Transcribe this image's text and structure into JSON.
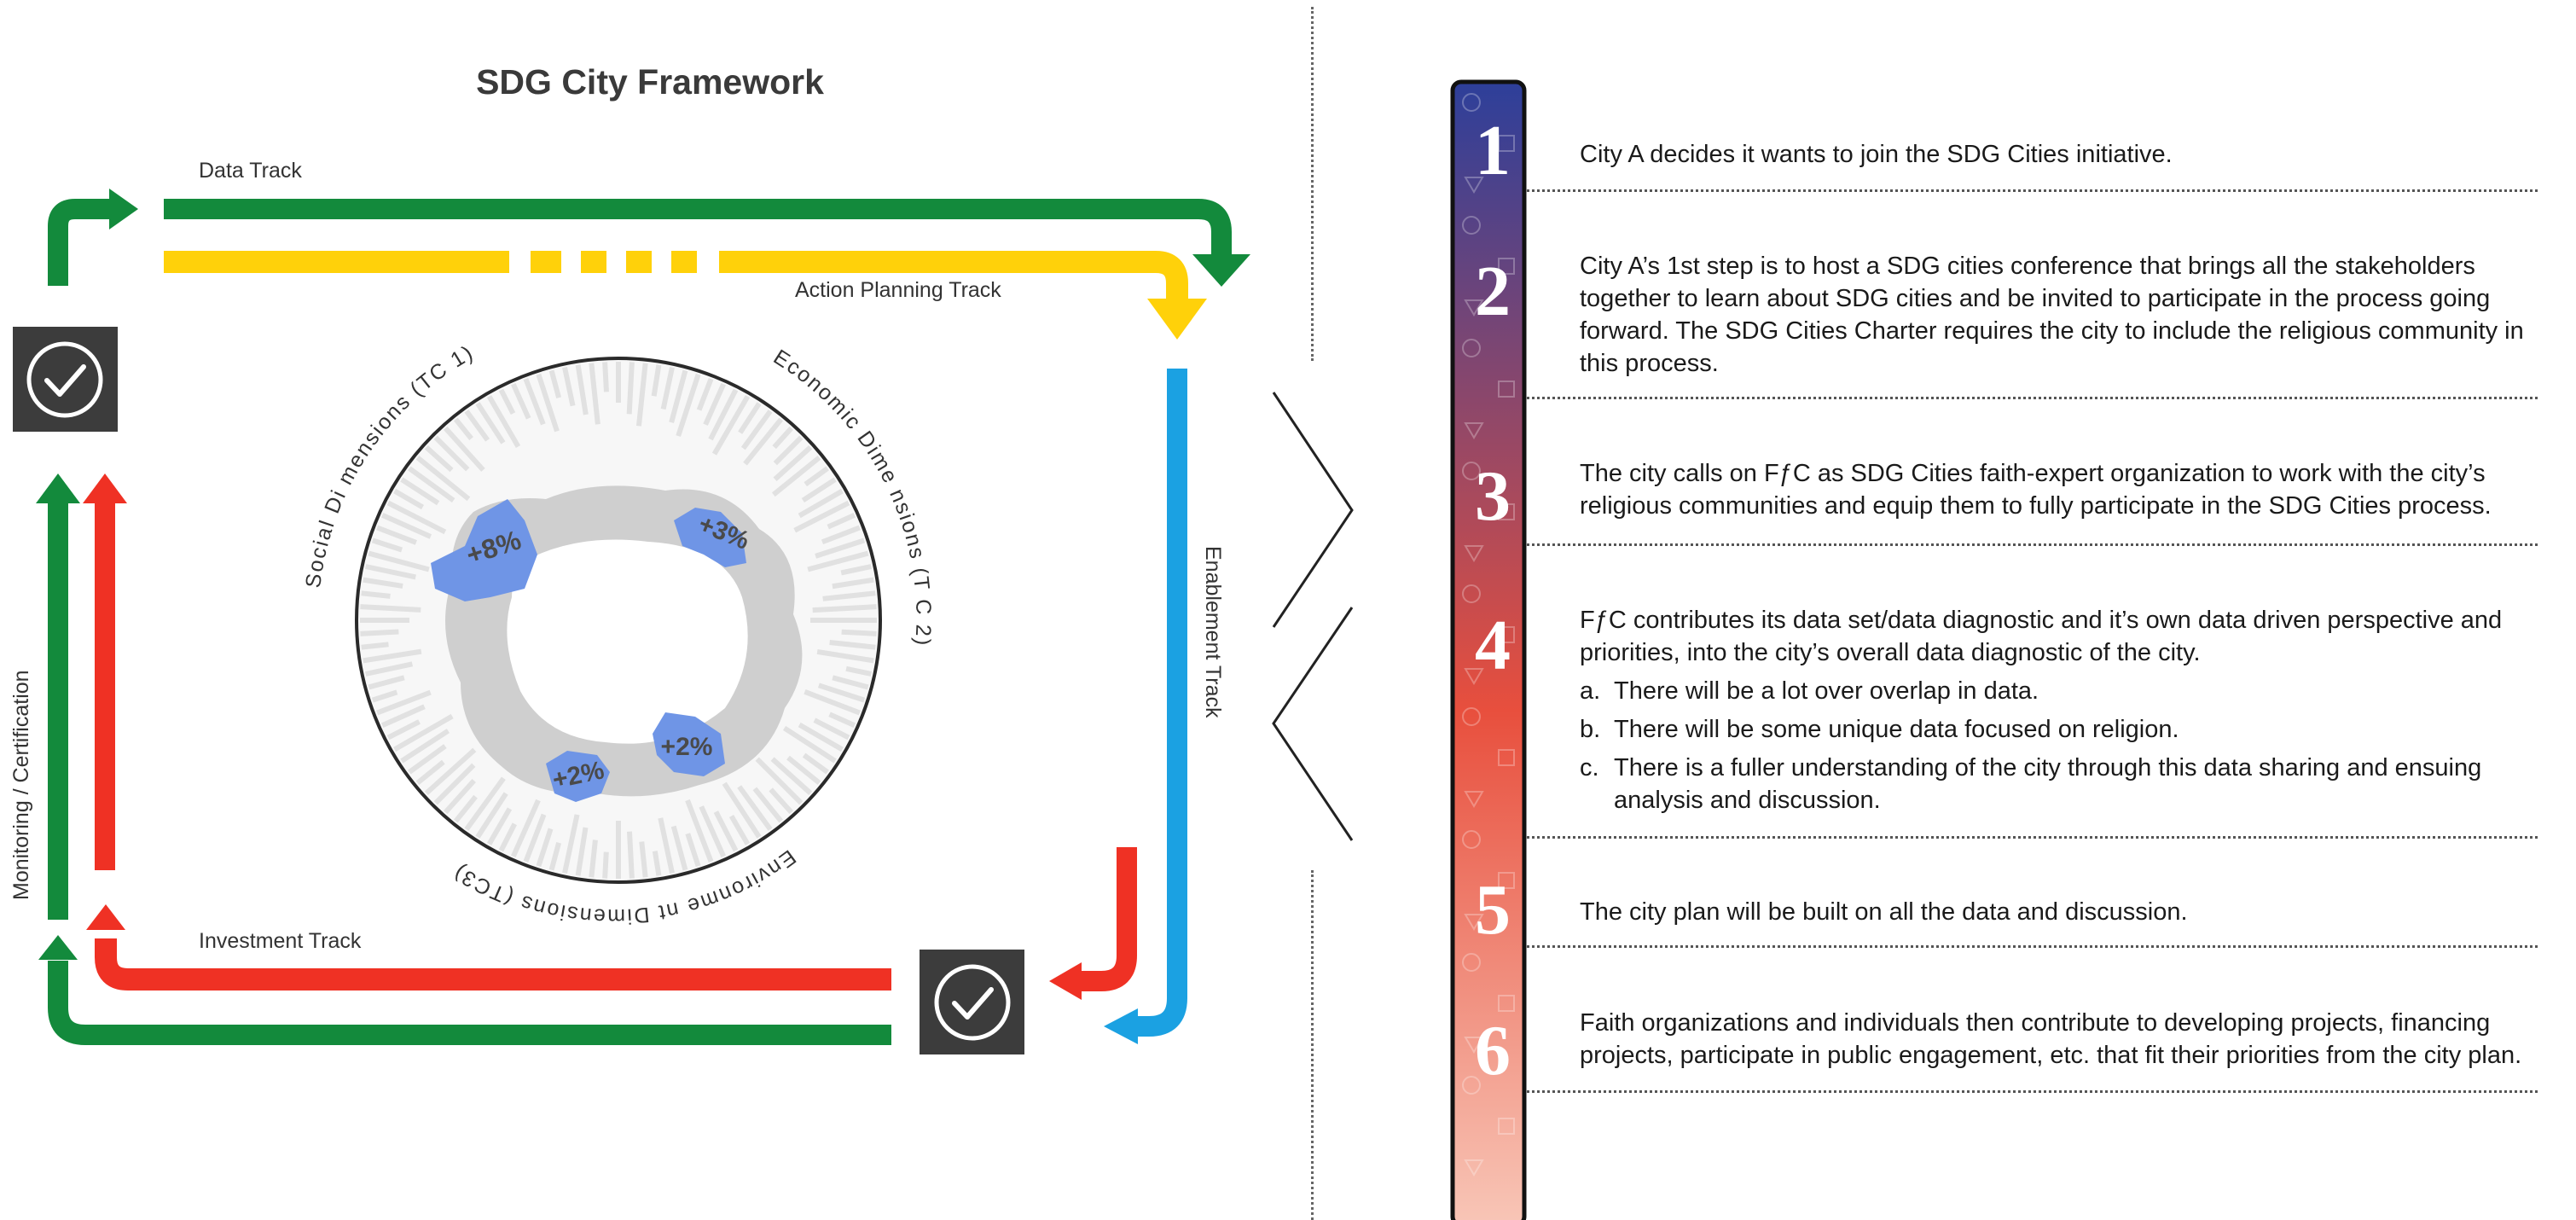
{
  "framework": {
    "title": "SDG City Framework",
    "tracks": {
      "data": "Data Track",
      "action_planning": "Action Planning Track",
      "enablement": "Enablement Track",
      "investment": "Investment Track",
      "monitoring": "Monitoring / Certification"
    },
    "dimensions": {
      "social": "Social Di mensions (TC 1)",
      "economic": "Economic Dime nsions (T C 2)",
      "environment": "Environme nt Dimensions (TC3)"
    },
    "gains": [
      "+8%",
      "+3%",
      "+2%",
      "+2%"
    ],
    "colors": {
      "green": "#138a3c",
      "yellow": "#ffd10a",
      "blue": "#1ba1e2",
      "red": "#ef3124",
      "badge": "#3c3c3c",
      "gain": "#6f95e6",
      "bar_top": "#2d3f9a",
      "bar_mid": "#e84f3d",
      "bar_bottom": "#f8c6b7"
    },
    "icons": [
      "check-circle-icon",
      "check-circle-icon"
    ]
  },
  "steps": [
    {
      "number": "1",
      "text": "City A decides it wants to join the SDG Cities initiative."
    },
    {
      "number": "2",
      "text": "City A’s 1st step is to host a SDG cities conference that brings all the stakeholders together to learn about SDG cities and be invited to participate in the process going forward. The SDG Cities Charter requires the city to include the religious community in this process."
    },
    {
      "number": "3",
      "text": "The city calls on FƒC as SDG Cities faith-expert organization to work with the city’s religious communities and equip them to fully participate in the SDG Cities process."
    },
    {
      "number": "4",
      "text": "FƒC contributes its data set/data diagnostic and it’s own data driven perspective and priorities, into the city’s overall data diagnostic of the city.",
      "items": [
        {
          "marker": "a.",
          "text": "There will be a lot over overlap in data."
        },
        {
          "marker": "b.",
          "text": "There will be some unique data focused on religion."
        },
        {
          "marker": "c.",
          "text": "There is a fuller understanding of the city through this data sharing and ensuing analysis and discussion."
        }
      ]
    },
    {
      "number": "5",
      "text": "The city plan will be built on all the data and discussion."
    },
    {
      "number": "6",
      "text": "Faith organizations and individuals then contribute to developing projects, financing projects, participate in public engagement, etc. that fit their priorities from the city plan."
    }
  ]
}
